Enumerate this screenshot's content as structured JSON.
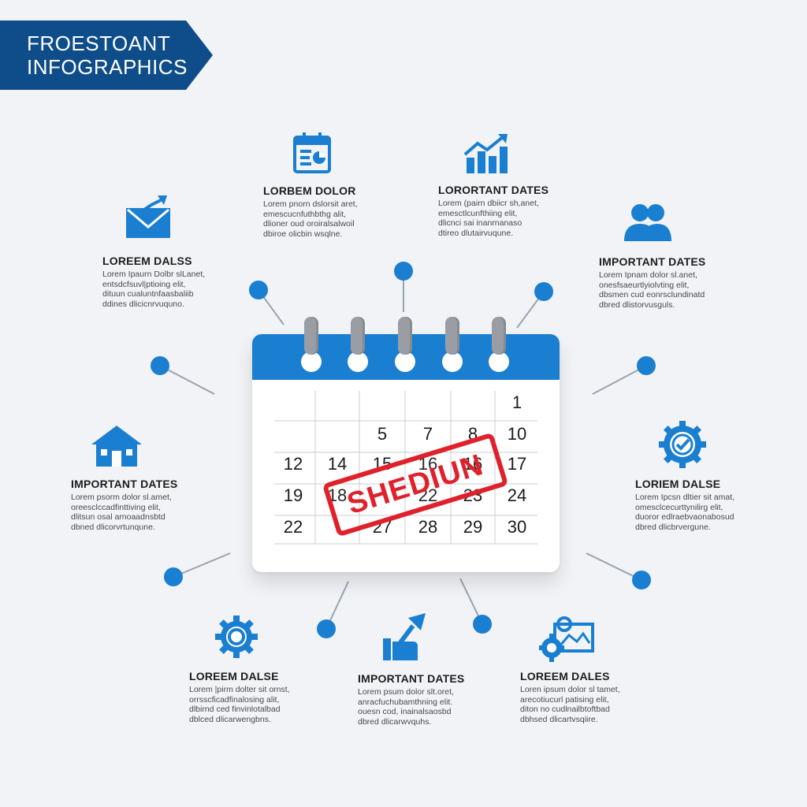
{
  "banner": {
    "line1": "FROESTOANT",
    "line2": "INFOGRAPHICS"
  },
  "colors": {
    "primary": "#1a7fd1",
    "banner": "#0f4d8a",
    "stamp": "#e0212c",
    "connector": "#9aa3ad",
    "background": "#f1f3f6"
  },
  "calendar": {
    "rows": [
      [
        "",
        "",
        "",
        "",
        "",
        "1"
      ],
      [
        "",
        "",
        "5",
        "7",
        "8",
        "10"
      ],
      [
        "12",
        "14",
        "15",
        "16",
        "16",
        "17"
      ],
      [
        "19",
        "18",
        "",
        "22",
        "23",
        "24"
      ],
      [
        "22",
        "",
        "27",
        "28",
        "29",
        "30"
      ]
    ],
    "stamp_text": "SHEDIUN"
  },
  "cards": [
    {
      "id": "top-left-center",
      "icon": "calendar-document-icon",
      "title": "LORBEM DOLOR",
      "lines": [
        "Lorem pnorn dslorsit aret,",
        "emescucnfuthbthg alit,",
        "dlioner oud oroiralsalwoil",
        "dbiroe olicbin wsqlne."
      ]
    },
    {
      "id": "top-right-center",
      "icon": "bar-chart-arrow-icon",
      "title": "LORORTANT DATES",
      "lines": [
        "Lorem (pairn dbiicr sh,anet,",
        "emesctlcunfthiing elit,",
        "dlicnci sai inanrnanaso",
        "dtireo dlutairvuqune."
      ]
    },
    {
      "id": "left-upper",
      "icon": "envelope-arrow-icon",
      "title": "LOREEM DALSS",
      "lines": [
        "Lorem Ipaurn Dolbr slLanet,",
        "entsdcfsuvl|ptioing elit,",
        "dituun cualuntnfaasbaliib",
        "ddines dlicicnrvuquno."
      ]
    },
    {
      "id": "right-upper",
      "icon": "people-icon",
      "title": "IMPORTANT DATES",
      "lines": [
        "Lorem Ipnam dolor sl.anet,",
        "onesfsaeurtlyiolvting elit,",
        "dbsmen cud eonrsclundinatd",
        "dbred dlistorvusguls."
      ]
    },
    {
      "id": "left-middle",
      "icon": "house-icon",
      "title": "IMPORTANT DATES",
      "lines": [
        "Lorem psorm dolor sl.amet,",
        "oreesclccadfinttiving elit,",
        "dlitsun osal arnoaadnsbtd",
        "dbned dlicorvrtunqune."
      ]
    },
    {
      "id": "right-middle",
      "icon": "gear-check-icon",
      "title": "LORIEM DALSE",
      "lines": [
        "Lorem Ipcsn dltier sit amat,",
        "omesclcecurttynilirg elit,",
        "duoror edlraebvaonabosud",
        "dbred dlicbrvergune."
      ]
    },
    {
      "id": "bottom-left",
      "icon": "gear-icon",
      "title": "LOREEM DALSE",
      "lines": [
        "Lorem |pirm dolter sit ornst,",
        "orrsscficadfinalosing alit,",
        "dlbirnd ced finvinlotalbad",
        "dblced dlicarwengbns."
      ]
    },
    {
      "id": "bottom-center",
      "icon": "hand-arrow-icon",
      "title": "IMPORTANT DATES",
      "lines": [
        "Lorem psum dolor slt.oret,",
        "anracfuchubamthning elit.",
        "ouesn cod, inainalsaosbd",
        "dbred dlicarwvquhs."
      ]
    },
    {
      "id": "bottom-right",
      "icon": "gear-image-icon",
      "title": "LOREEM DALES",
      "lines": [
        "Loren ipsum dolor sl tamet,",
        "arecotiucurl patising elit,",
        "diton no cudlnailbtoftbad",
        "dbhsed dlicartvsqiire."
      ]
    }
  ]
}
